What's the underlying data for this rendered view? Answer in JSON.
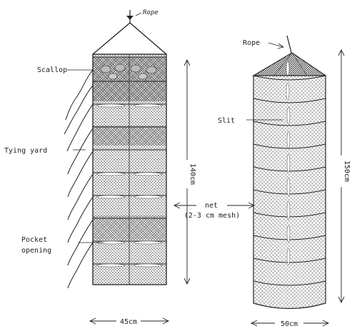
{
  "figure": {
    "left_net": {
      "labels": {
        "rope": "Rope",
        "scallop": "Scallop",
        "tying_yard": "Tying yard",
        "pocket_opening_line1": "Pocket",
        "pocket_opening_line2": "opening"
      },
      "height_label": "140cm",
      "width_label": "45cm"
    },
    "center": {
      "net_line1": "net",
      "net_line2": "(2-3 cm mesh)"
    },
    "right_net": {
      "labels": {
        "rope": "Rope",
        "slit": "Slit"
      },
      "height_label": "150cm",
      "width_label": "50cm"
    }
  }
}
